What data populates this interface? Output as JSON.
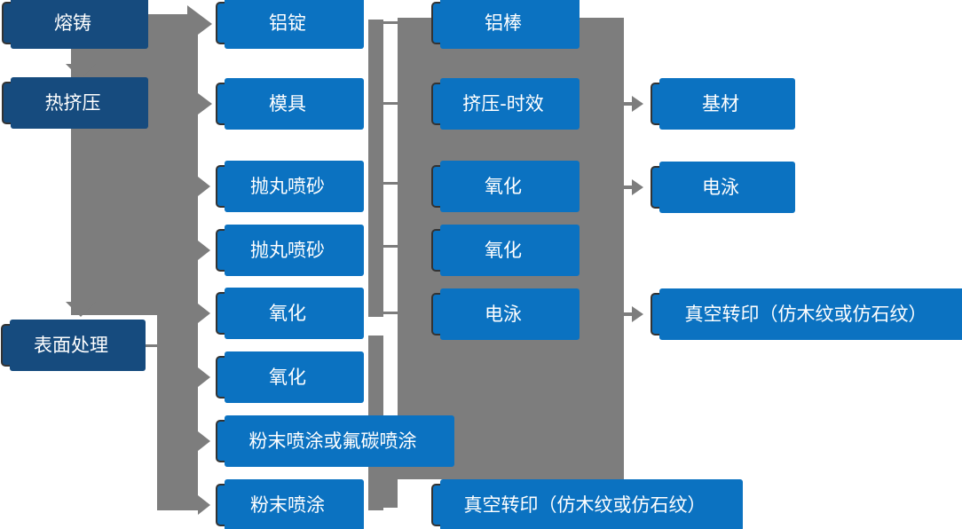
{
  "colors": {
    "process_box_blue": "#0b72c1",
    "stage_box_dark_blue": "#164b7e",
    "connector_gray": "#7d7d7d",
    "box_border": "#333333",
    "box_text": "#ffffff",
    "background": "#ffffff"
  },
  "flowchart": {
    "stages": [
      {
        "id": "casting",
        "label": "熔铸"
      },
      {
        "id": "hot-extrusion",
        "label": "热挤压"
      },
      {
        "id": "surface-treatment",
        "label": "表面处理"
      }
    ],
    "process_column": [
      {
        "id": "aluminum-ingot",
        "label": "铝锭"
      },
      {
        "id": "mold",
        "label": "模具"
      },
      {
        "id": "shot-blasting-1",
        "label": "抛丸喷砂"
      },
      {
        "id": "shot-blasting-2",
        "label": "抛丸喷砂"
      },
      {
        "id": "oxidation-1",
        "label": "氧化"
      },
      {
        "id": "oxidation-2",
        "label": "氧化"
      },
      {
        "id": "powder-or-fluorocarbon-coating",
        "label": "粉末喷涂或氟碳喷涂"
      },
      {
        "id": "powder-coating",
        "label": "粉末喷涂"
      }
    ],
    "intermediate_column": [
      {
        "id": "aluminum-rod",
        "label": "铝棒"
      },
      {
        "id": "extrusion-aging",
        "label": "挤压-时效"
      },
      {
        "id": "oxidation-3",
        "label": "氧化"
      },
      {
        "id": "oxidation-4",
        "label": "氧化"
      },
      {
        "id": "electrophoresis-1",
        "label": "电泳"
      },
      {
        "id": "vacuum-transfer-1",
        "label": "真空转印（仿木纹或仿石纹）"
      }
    ],
    "output_column": [
      {
        "id": "base-material",
        "label": "基材"
      },
      {
        "id": "electrophoresis-2",
        "label": "电泳"
      },
      {
        "id": "vacuum-transfer-2",
        "label": "真空转印（仿木纹或仿石纹）"
      }
    ]
  }
}
